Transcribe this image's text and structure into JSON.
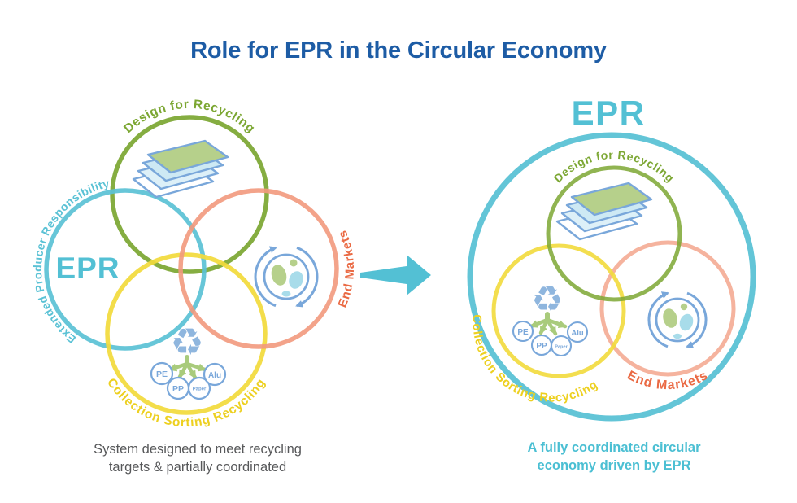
{
  "title": "Role for EPR in the Circular Economy",
  "colors": {
    "title_blue": "#1d5ca5",
    "teal": "#53c0d4",
    "teal_stroke": "#5bc2d5",
    "green": "#7ca733",
    "yellow_stroke": "#f2da3c",
    "yellow_text": "#edd020",
    "orange_stroke": "#f2997d",
    "orange_text": "#ea6a44",
    "icon_blue": "#79a7da",
    "icon_green": "#a9cb7c",
    "sheet_green": "#b6d08b",
    "sheet_lightblue": "#cde9f4",
    "caption_gray": "#57585a"
  },
  "left": {
    "epr": "EPR",
    "producer_label": "Extended Producer Responsibility",
    "design_label": "Design for Recycling",
    "collection_label": "Collection Sorting Recycling",
    "end_markets_label": "End Markets",
    "materials": [
      "PE",
      "PP",
      "Paper",
      "Alu"
    ],
    "caption": [
      "System designed to meet recycling",
      "targets & partially coordinated"
    ]
  },
  "right": {
    "epr": "EPR",
    "design_label": "Design for Recycling",
    "collection_label": "Collection Sorting Recycling",
    "end_markets_label": "End Markets",
    "materials": [
      "PE",
      "PP",
      "Paper",
      "Alu"
    ],
    "caption": [
      "A fully coordinated circular",
      "economy driven by EPR"
    ]
  },
  "icons": {
    "recycle_glyph": "♻"
  }
}
